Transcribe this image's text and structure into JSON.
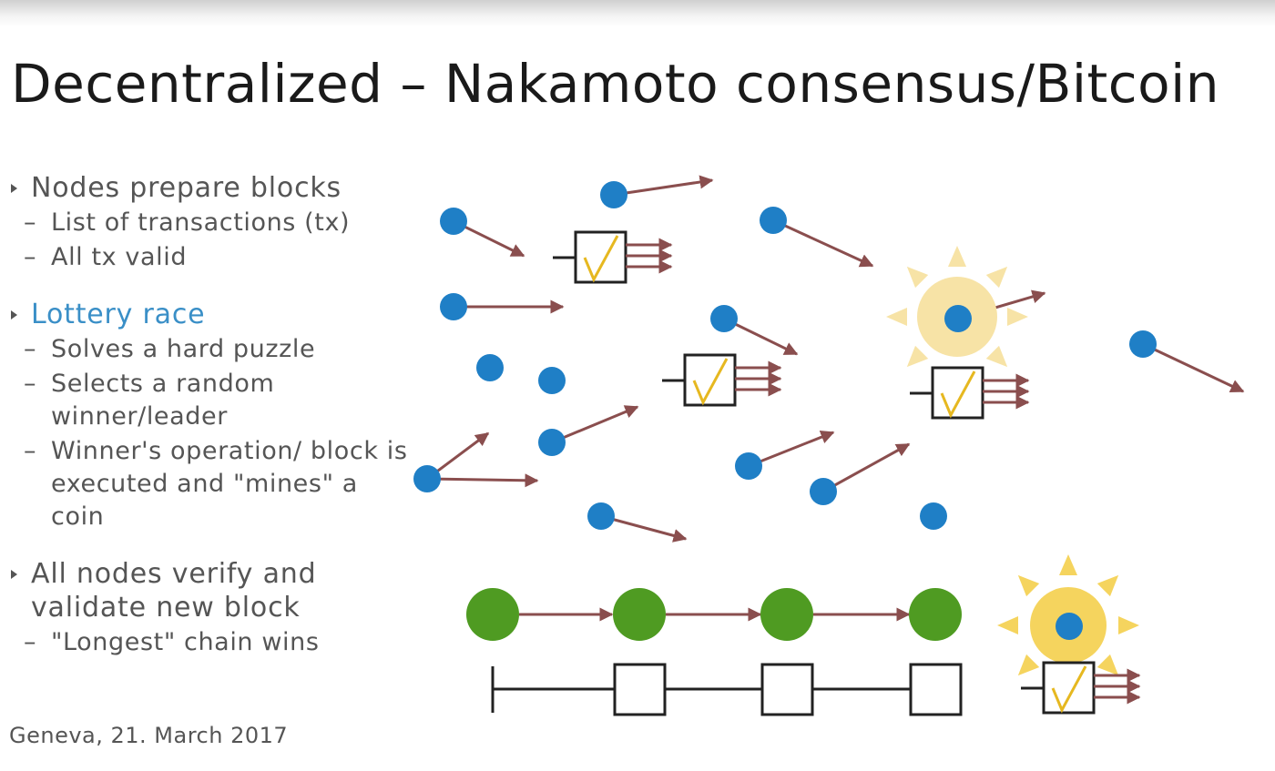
{
  "title": "Decentralized – Nakamoto consensus/Bitcoin",
  "bullets": [
    {
      "text": "Nodes prepare blocks",
      "subs": [
        "List of transactions (tx)",
        "All tx valid"
      ]
    },
    {
      "text": "Lottery race",
      "subs": [
        "Solves a hard puzzle",
        "Selects a random winner/leader",
        "Winner's operation/ block is executed and \"mines\" a coin"
      ]
    },
    {
      "text": "All nodes verify and validate new block",
      "subs": [
        "\"Longest\" chain wins"
      ]
    }
  ],
  "footer": "Geneva, 21. March 2017",
  "colors": {
    "node": "#1f7fc6",
    "arrow": "#8a4e4e",
    "chain_node": "#4f9b22",
    "sun": "#f2d46b",
    "check": "#e6b820",
    "accent_text": "#3a8fc7"
  },
  "icons": [
    "bullet-triangle-icon",
    "checkmark-icon",
    "sun-icon",
    "arrow-icon"
  ]
}
